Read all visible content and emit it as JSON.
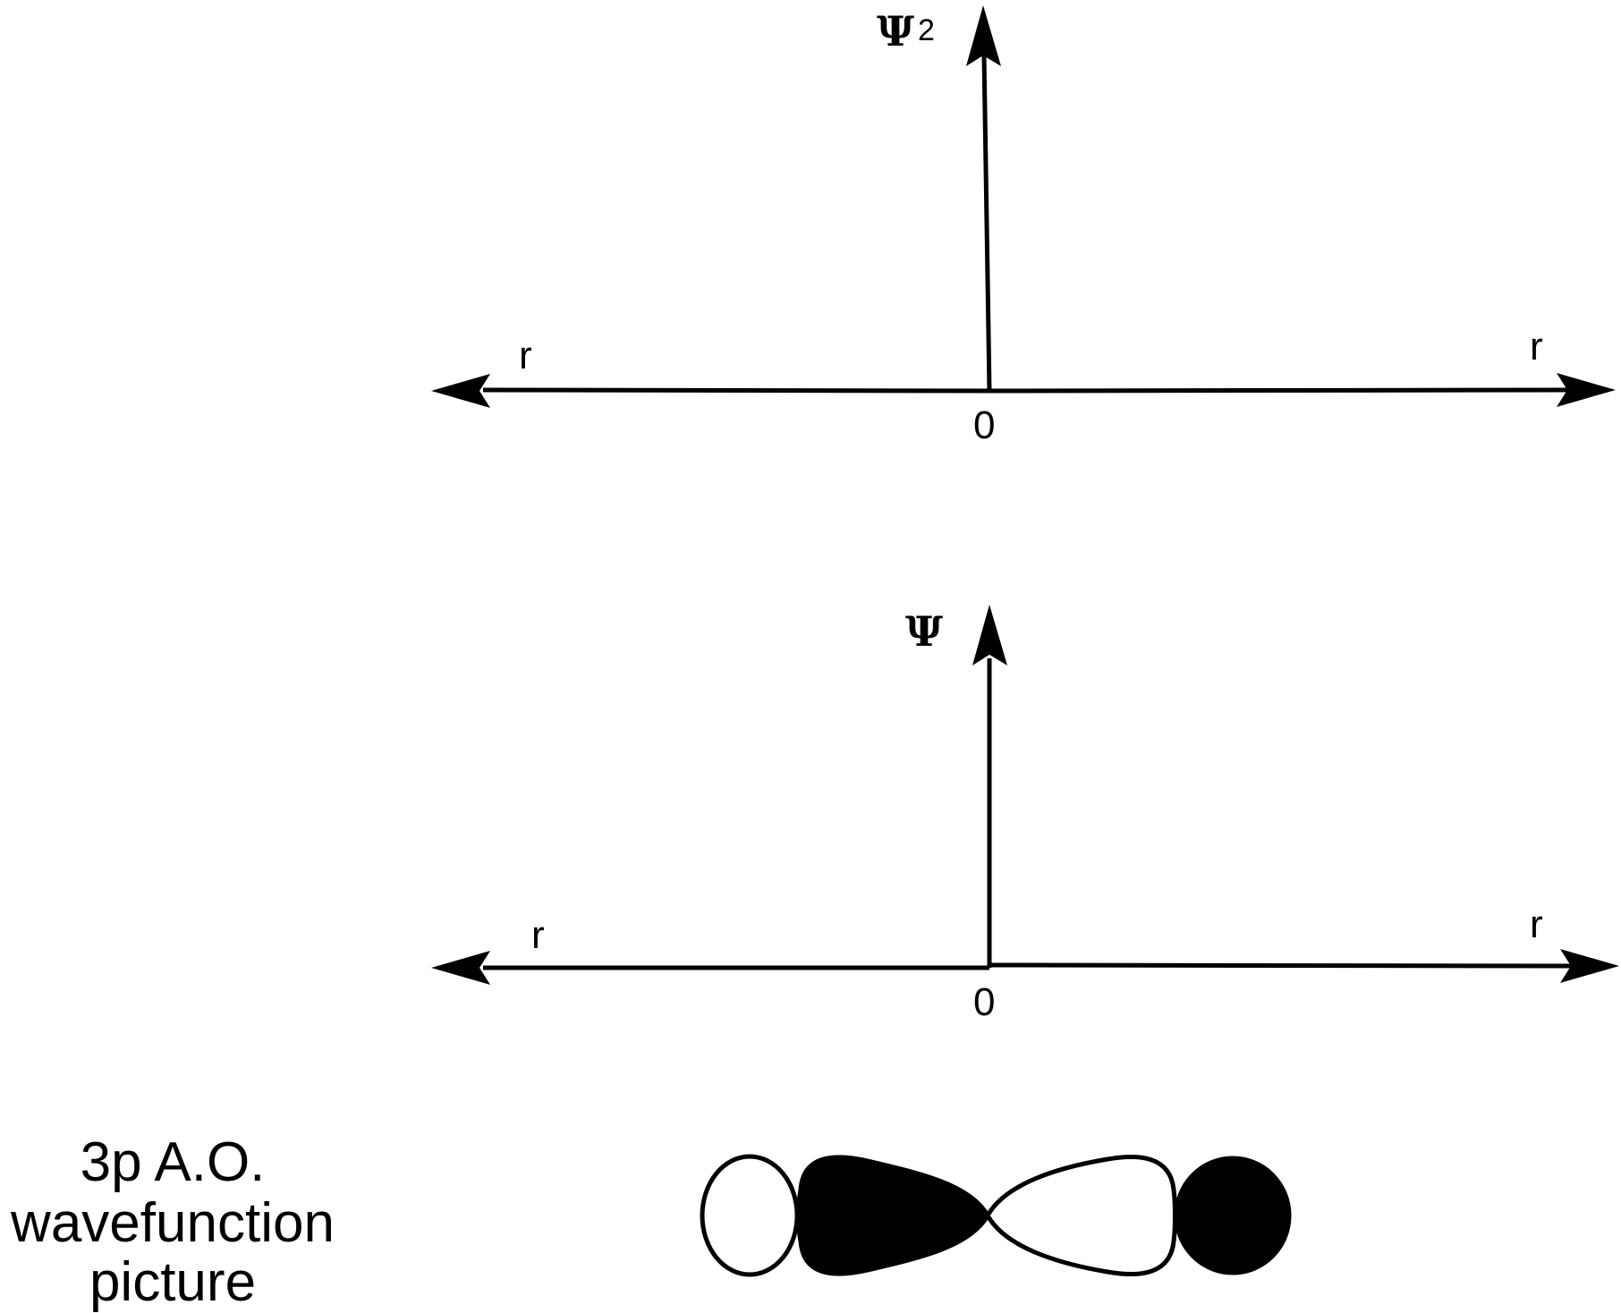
{
  "top_plot": {
    "y_label": "Ψ",
    "y_label_sup": "2",
    "left_label": "r",
    "right_label": "r",
    "origin_label": "0"
  },
  "bottom_plot": {
    "y_label": "Ψ",
    "left_label": "r",
    "right_label": "r",
    "origin_label": "0"
  },
  "caption": {
    "lines": [
      "3p A.O.",
      "wavefunction",
      "picture"
    ]
  },
  "orbital": {
    "lobes": [
      {
        "shade": "white"
      },
      {
        "shade": "black"
      },
      {
        "shade": "white"
      },
      {
        "shade": "black"
      }
    ]
  }
}
